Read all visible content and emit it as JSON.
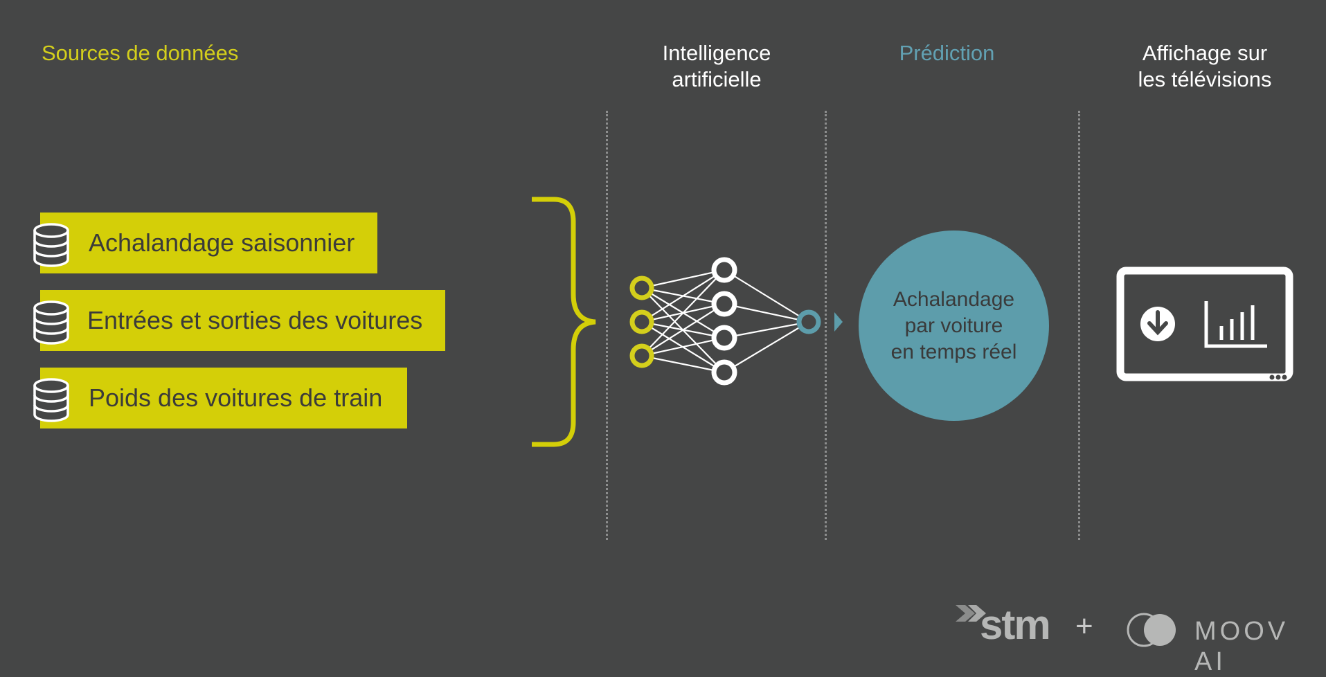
{
  "headers": {
    "sources": "Sources de données",
    "ai": "Intelligence\nartificielle",
    "prediction": "Prédiction",
    "display": "Affichage sur\nles télévisions"
  },
  "sources": [
    {
      "label": "Achalandage saisonnier",
      "icon": "database-icon"
    },
    {
      "label": "Entrées et sorties des voitures",
      "icon": "database-icon"
    },
    {
      "label": "Poids des voitures de train",
      "icon": "database-icon"
    }
  ],
  "prediction_circle": "Achalandage\npar voiture\nen temps réel",
  "logos": {
    "stm": "stm",
    "plus": "+",
    "moov": "MOOV AI"
  },
  "colors": {
    "background": "#454646",
    "accent_yellow": "#d4cf08",
    "accent_blue": "#5d9dab",
    "white": "#ffffff"
  }
}
